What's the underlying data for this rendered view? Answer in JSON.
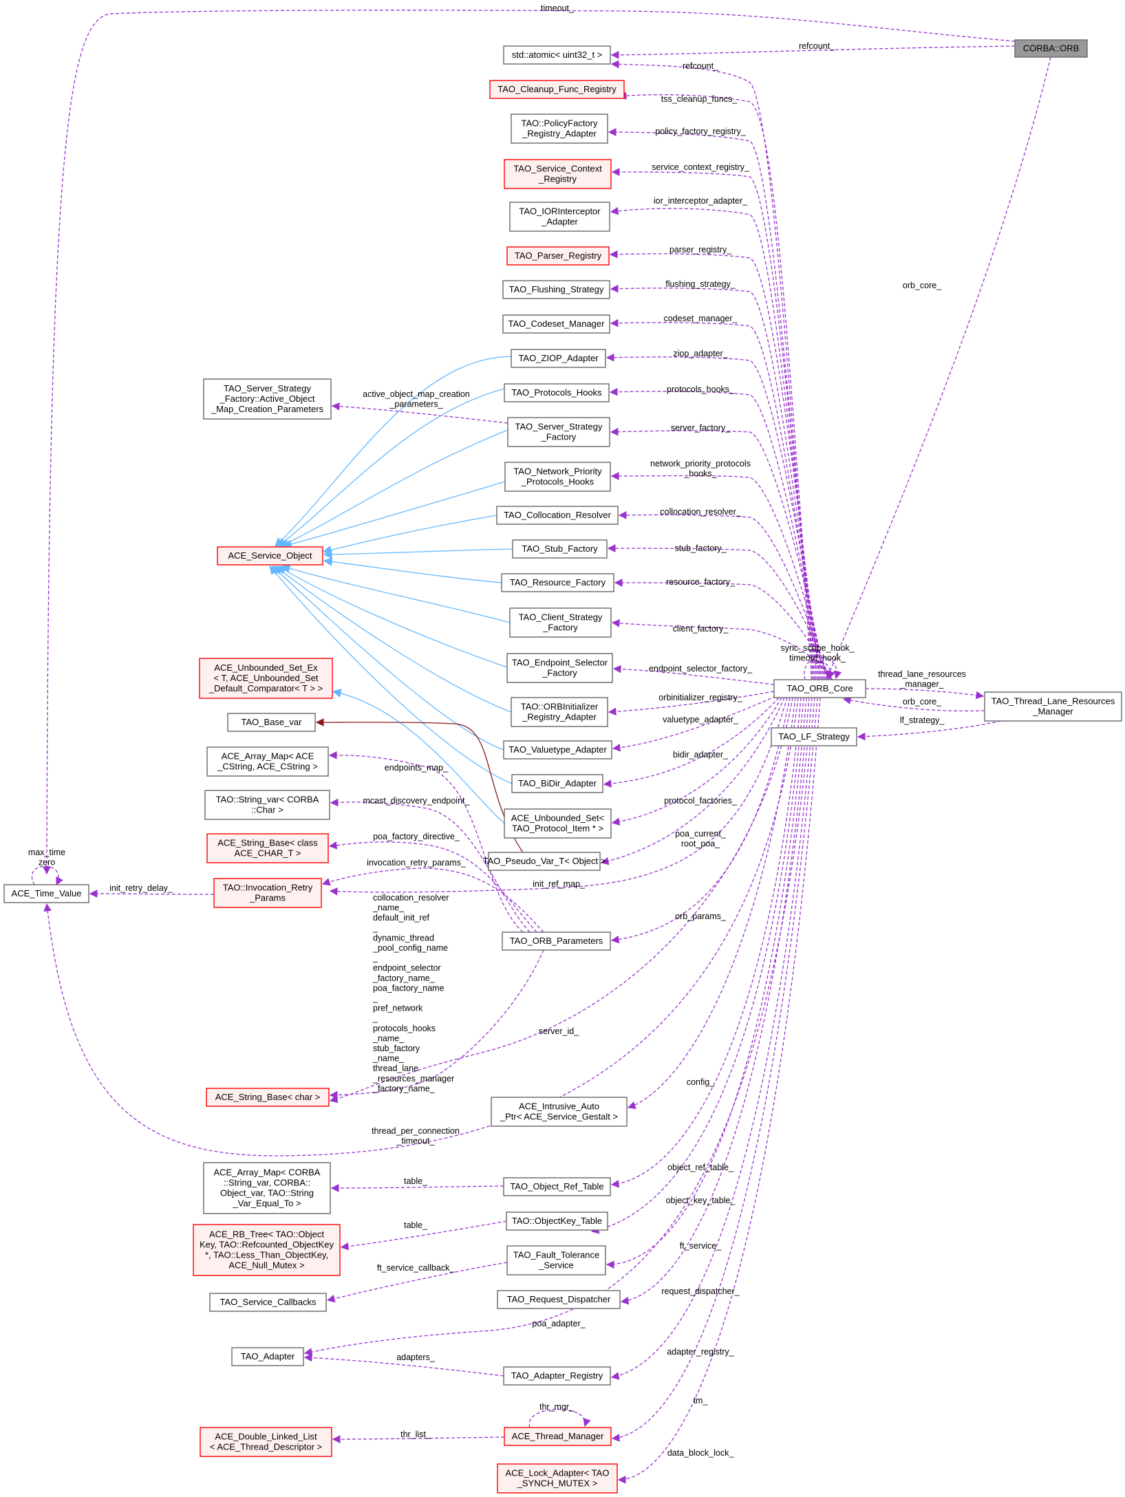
{
  "colors": {
    "member_edge": "#9a32cd",
    "inherit_edge": "#63b8ff",
    "template_edge": "#8b1a1a",
    "node_border": "#666666",
    "node_fill": "#ffffff",
    "undoc_border": "#ff0000",
    "undoc_fill": "#fff0f0",
    "focus_fill": "#999999"
  },
  "nodes": [
    {
      "id": "corba_orb",
      "lines": [
        "CORBA::ORB"
      ],
      "style": "focus"
    },
    {
      "id": "atomic",
      "lines": [
        "std::atomic< uint32_t >"
      ],
      "style": "normal"
    },
    {
      "id": "cleanup",
      "lines": [
        "TAO_Cleanup_Func_Registry"
      ],
      "style": "red"
    },
    {
      "id": "policyfactory",
      "lines": [
        "TAO::PolicyFactory",
        "_Registry_Adapter"
      ],
      "style": "normal"
    },
    {
      "id": "servicecontext",
      "lines": [
        "TAO_Service_Context",
        "_Registry"
      ],
      "style": "red"
    },
    {
      "id": "iorinterceptor",
      "lines": [
        "TAO_IORInterceptor",
        "_Adapter"
      ],
      "style": "normal"
    },
    {
      "id": "parser",
      "lines": [
        "TAO_Parser_Registry"
      ],
      "style": "red"
    },
    {
      "id": "flushing",
      "lines": [
        "TAO_Flushing_Strategy"
      ],
      "style": "normal"
    },
    {
      "id": "codeset",
      "lines": [
        "TAO_Codeset_Manager"
      ],
      "style": "normal"
    },
    {
      "id": "ziop",
      "lines": [
        "TAO_ZIOP_Adapter"
      ],
      "style": "normal"
    },
    {
      "id": "protocolshooks",
      "lines": [
        "TAO_Protocols_Hooks"
      ],
      "style": "normal"
    },
    {
      "id": "serverstrategy",
      "lines": [
        "TAO_Server_Strategy",
        "_Factory"
      ],
      "style": "normal"
    },
    {
      "id": "netpriority",
      "lines": [
        "TAO_Network_Priority",
        "_Protocols_Hooks"
      ],
      "style": "normal"
    },
    {
      "id": "collocation",
      "lines": [
        "TAO_Collocation_Resolver"
      ],
      "style": "normal"
    },
    {
      "id": "stubfactory",
      "lines": [
        "TAO_Stub_Factory"
      ],
      "style": "normal"
    },
    {
      "id": "resourcefactory",
      "lines": [
        "TAO_Resource_Factory"
      ],
      "style": "normal"
    },
    {
      "id": "clientstrategy",
      "lines": [
        "TAO_Client_Strategy",
        "_Factory"
      ],
      "style": "normal"
    },
    {
      "id": "endpointselector",
      "lines": [
        "TAO_Endpoint_Selector",
        "_Factory"
      ],
      "style": "normal"
    },
    {
      "id": "orbinitializer",
      "lines": [
        "TAO::ORBInitializer",
        "_Registry_Adapter"
      ],
      "style": "normal"
    },
    {
      "id": "valuetype",
      "lines": [
        "TAO_Valuetype_Adapter"
      ],
      "style": "normal"
    },
    {
      "id": "bidir",
      "lines": [
        "TAO_BiDir_Adapter"
      ],
      "style": "normal"
    },
    {
      "id": "unboundedset",
      "lines": [
        "ACE_Unbounded_Set<",
        "TAO_Protocol_Item * >"
      ],
      "style": "normal"
    },
    {
      "id": "pseudovar",
      "lines": [
        "TAO_Pseudo_Var_T< Object >"
      ],
      "style": "normal"
    },
    {
      "id": "orbparams",
      "lines": [
        "TAO_ORB_Parameters"
      ],
      "style": "normal"
    },
    {
      "id": "intrusive",
      "lines": [
        "ACE_Intrusive_Auto",
        "_Ptr< ACE_Service_Gestalt >"
      ],
      "style": "normal"
    },
    {
      "id": "objreftable",
      "lines": [
        "TAO_Object_Ref_Table"
      ],
      "style": "normal"
    },
    {
      "id": "objkeytable",
      "lines": [
        "TAO::ObjectKey_Table"
      ],
      "style": "normal"
    },
    {
      "id": "faulttol",
      "lines": [
        "TAO_Fault_Tolerance",
        "_Service"
      ],
      "style": "normal"
    },
    {
      "id": "requestdisp",
      "lines": [
        "TAO_Request_Dispatcher"
      ],
      "style": "normal"
    },
    {
      "id": "adapterreg",
      "lines": [
        "TAO_Adapter_Registry"
      ],
      "style": "normal"
    },
    {
      "id": "threadmgr",
      "lines": [
        "ACE_Thread_Manager"
      ],
      "style": "red"
    },
    {
      "id": "lockadapter",
      "lines": [
        "ACE_Lock_Adapter< TAO",
        "_SYNCH_MUTEX >"
      ],
      "style": "red"
    },
    {
      "id": "orbcore",
      "lines": [
        "TAO_ORB_Core"
      ],
      "style": "normal"
    },
    {
      "id": "threadlane",
      "lines": [
        "TAO_Thread_Lane_Resources",
        "_Manager"
      ],
      "style": "normal"
    },
    {
      "id": "lfstrategy",
      "lines": [
        "TAO_LF_Strategy"
      ],
      "style": "normal"
    },
    {
      "id": "serverstrategyparams",
      "lines": [
        "TAO_Server_Strategy",
        "_Factory::Active_Object",
        "_Map_Creation_Parameters"
      ],
      "style": "normal"
    },
    {
      "id": "serviceobject",
      "lines": [
        "ACE_Service_Object"
      ],
      "style": "red"
    },
    {
      "id": "unboundedsetex",
      "lines": [
        "ACE_Unbounded_Set_Ex",
        "< T, ACE_Unbounded_Set",
        "_Default_Comparator< T > >"
      ],
      "style": "red"
    },
    {
      "id": "basevar",
      "lines": [
        "TAO_Base_var"
      ],
      "style": "normal"
    },
    {
      "id": "arraymap1",
      "lines": [
        "ACE_Array_Map< ACE",
        "_CString, ACE_CString >"
      ],
      "style": "normal"
    },
    {
      "id": "stringvar",
      "lines": [
        "TAO::String_var< CORBA",
        "::Char >"
      ],
      "style": "normal"
    },
    {
      "id": "stringbase_t",
      "lines": [
        "ACE_String_Base< class",
        "ACE_CHAR_T >"
      ],
      "style": "red"
    },
    {
      "id": "invocationretry",
      "lines": [
        "TAO::Invocation_Retry",
        "_Params"
      ],
      "style": "red"
    },
    {
      "id": "timevalue",
      "lines": [
        "ACE_Time_Value"
      ],
      "style": "normal"
    },
    {
      "id": "stringbase_char",
      "lines": [
        "ACE_String_Base< char >"
      ],
      "style": "red"
    },
    {
      "id": "arraymap2",
      "lines": [
        "ACE_Array_Map< CORBA",
        "::String_var, CORBA::",
        "Object_var, TAO::String",
        "_Var_Equal_To >"
      ],
      "style": "normal"
    },
    {
      "id": "rbtree",
      "lines": [
        "ACE_RB_Tree< TAO::Object",
        "Key, TAO::Refcounted_ObjectKey",
        "*, TAO::Less_Than_ObjectKey,",
        "ACE_Null_Mutex >"
      ],
      "style": "red"
    },
    {
      "id": "servicecallbacks",
      "lines": [
        "TAO_Service_Callbacks"
      ],
      "style": "normal"
    },
    {
      "id": "adapter",
      "lines": [
        "TAO_Adapter"
      ],
      "style": "normal"
    },
    {
      "id": "dll",
      "lines": [
        "ACE_Double_Linked_List",
        "< ACE_Thread_Descriptor >"
      ],
      "style": "red"
    }
  ],
  "edge_labels": [
    {
      "id": "timeout",
      "lines": [
        "timeout_"
      ]
    },
    {
      "id": "refcount_a",
      "lines": [
        "refcount_"
      ]
    },
    {
      "id": "refcount_b",
      "lines": [
        "refcount_"
      ]
    },
    {
      "id": "tss_cleanup",
      "lines": [
        "tss_cleanup_funcs_"
      ]
    },
    {
      "id": "policy_factory",
      "lines": [
        "policy_factory_registry_"
      ]
    },
    {
      "id": "service_context",
      "lines": [
        "service_context_registry_"
      ]
    },
    {
      "id": "ior_interceptor",
      "lines": [
        "ior_interceptor_adapter_"
      ]
    },
    {
      "id": "parser_registry",
      "lines": [
        "parser_registry_"
      ]
    },
    {
      "id": "flushing_strategy",
      "lines": [
        "flushing_strategy_"
      ]
    },
    {
      "id": "codeset_manager",
      "lines": [
        "codeset_manager_"
      ]
    },
    {
      "id": "ziop_adapter",
      "lines": [
        "ziop_adapter_"
      ]
    },
    {
      "id": "protocols_hooks",
      "lines": [
        "protocols_hooks_"
      ]
    },
    {
      "id": "server_factory",
      "lines": [
        "server_factory_"
      ]
    },
    {
      "id": "network_priority",
      "lines": [
        "network_priority_protocols",
        "_hooks_"
      ]
    },
    {
      "id": "collocation_resolver",
      "lines": [
        "collocation_resolver_"
      ]
    },
    {
      "id": "stub_factory",
      "lines": [
        "stub_factory_"
      ]
    },
    {
      "id": "resource_factory",
      "lines": [
        "resource_factory_"
      ]
    },
    {
      "id": "client_factory",
      "lines": [
        "client_factory_"
      ]
    },
    {
      "id": "sync_scope",
      "lines": [
        "sync_scope_hook_",
        "timeout_hook_"
      ]
    },
    {
      "id": "endpoint_selector",
      "lines": [
        "endpoint_selector_factory_"
      ]
    },
    {
      "id": "orbinitializer_registry",
      "lines": [
        "orbinitializer_registry_"
      ]
    },
    {
      "id": "valuetype_adapter",
      "lines": [
        "valuetype_adapter_"
      ]
    },
    {
      "id": "bidir_adapter",
      "lines": [
        "bidir_adapter_"
      ]
    },
    {
      "id": "protocol_factories",
      "lines": [
        "protocol_factories_"
      ]
    },
    {
      "id": "poa_current",
      "lines": [
        "poa_current_",
        "root_poa_"
      ]
    },
    {
      "id": "init_ref_map",
      "lines": [
        "init_ref_map_"
      ]
    },
    {
      "id": "orb_params",
      "lines": [
        "orb_params_"
      ]
    },
    {
      "id": "orb_core",
      "lines": [
        "orb_core_"
      ]
    },
    {
      "id": "thread_lane",
      "lines": [
        "thread_lane_resources",
        "_manager_"
      ]
    },
    {
      "id": "orb_core_b",
      "lines": [
        "orb_core_"
      ]
    },
    {
      "id": "lf_strategy",
      "lines": [
        "lf_strategy_"
      ]
    },
    {
      "id": "active_object_map",
      "lines": [
        "active_object_map_creation",
        "_parameters_"
      ]
    },
    {
      "id": "endpoints_map",
      "lines": [
        "endpoints_map_"
      ]
    },
    {
      "id": "mcast",
      "lines": [
        "mcast_discovery_endpoint_"
      ]
    },
    {
      "id": "poa_factory_directive",
      "lines": [
        "poa_factory_directive_"
      ]
    },
    {
      "id": "invocation_retry_params",
      "lines": [
        "invocation_retry_params_"
      ]
    },
    {
      "id": "init_retry_delay",
      "lines": [
        "init_retry_delay_"
      ]
    },
    {
      "id": "max_time",
      "lines": [
        "max_time",
        "zero"
      ]
    },
    {
      "id": "string_members",
      "lines": [
        "collocation_resolver",
        "_name_",
        "default_init_ref",
        "_",
        "dynamic_thread",
        "_pool_config_name",
        "_",
        "endpoint_selector",
        "_factory_name_",
        "poa_factory_name",
        "_",
        "pref_network",
        "_",
        "protocols_hooks",
        "_name_",
        "stub_factory",
        "_name_",
        "thread_lane",
        "_resources_manager",
        "_factory_name_"
      ]
    },
    {
      "id": "server_id",
      "lines": [
        "server_id_"
      ]
    },
    {
      "id": "config",
      "lines": [
        "config_"
      ]
    },
    {
      "id": "thread_per_connection",
      "lines": [
        "thread_per_connection",
        "_timeout_"
      ]
    },
    {
      "id": "object_ref_table",
      "lines": [
        "object_ref_table_"
      ]
    },
    {
      "id": "table_a",
      "lines": [
        "table_"
      ]
    },
    {
      "id": "object_key_table",
      "lines": [
        "object_key_table_"
      ]
    },
    {
      "id": "table_b",
      "lines": [
        "table_"
      ]
    },
    {
      "id": "ft_service",
      "lines": [
        "ft_service_"
      ]
    },
    {
      "id": "ft_service_callback",
      "lines": [
        "ft_service_callback_"
      ]
    },
    {
      "id": "request_dispatcher",
      "lines": [
        "request_dispatcher_"
      ]
    },
    {
      "id": "poa_adapter",
      "lines": [
        "poa_adapter_"
      ]
    },
    {
      "id": "adapters",
      "lines": [
        "adapters_"
      ]
    },
    {
      "id": "adapter_registry",
      "lines": [
        "adapter_registry_"
      ]
    },
    {
      "id": "thr_mgr",
      "lines": [
        "thr_mgr_"
      ]
    },
    {
      "id": "tm",
      "lines": [
        "tm_"
      ]
    },
    {
      "id": "thr_list",
      "lines": [
        "thr_list_"
      ]
    },
    {
      "id": "data_block_lock",
      "lines": [
        "data_block_lock_"
      ]
    }
  ]
}
